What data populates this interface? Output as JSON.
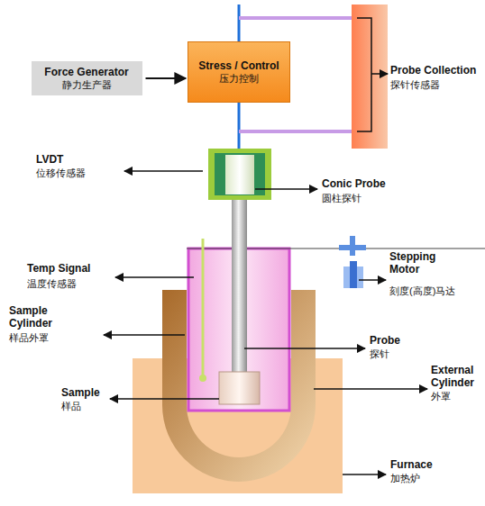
{
  "diagram": {
    "nodes": [
      {
        "text": [
          "Force Generator",
          "静力生产器"
        ]
      },
      {
        "text": [
          "Stress / Control",
          "压力控制"
        ]
      }
    ],
    "edges": [
      {
        "from": 0,
        "to": 1,
        "arrow": "to"
      }
    ],
    "labels": [
      "Probe Collection",
      "探针传感器",
      "LVDT",
      "位移传感器",
      "Conic Probe",
      "圆柱探针",
      "Temp Signal",
      "温度传感器",
      "Stepping Motor",
      "刻度(高度)马达",
      "Sample Cylinder",
      "样品外罩",
      "Probe",
      "探针",
      "Sample",
      "样品",
      "External Cylinder",
      "外罩",
      "Furnace",
      "加热炉"
    ]
  }
}
